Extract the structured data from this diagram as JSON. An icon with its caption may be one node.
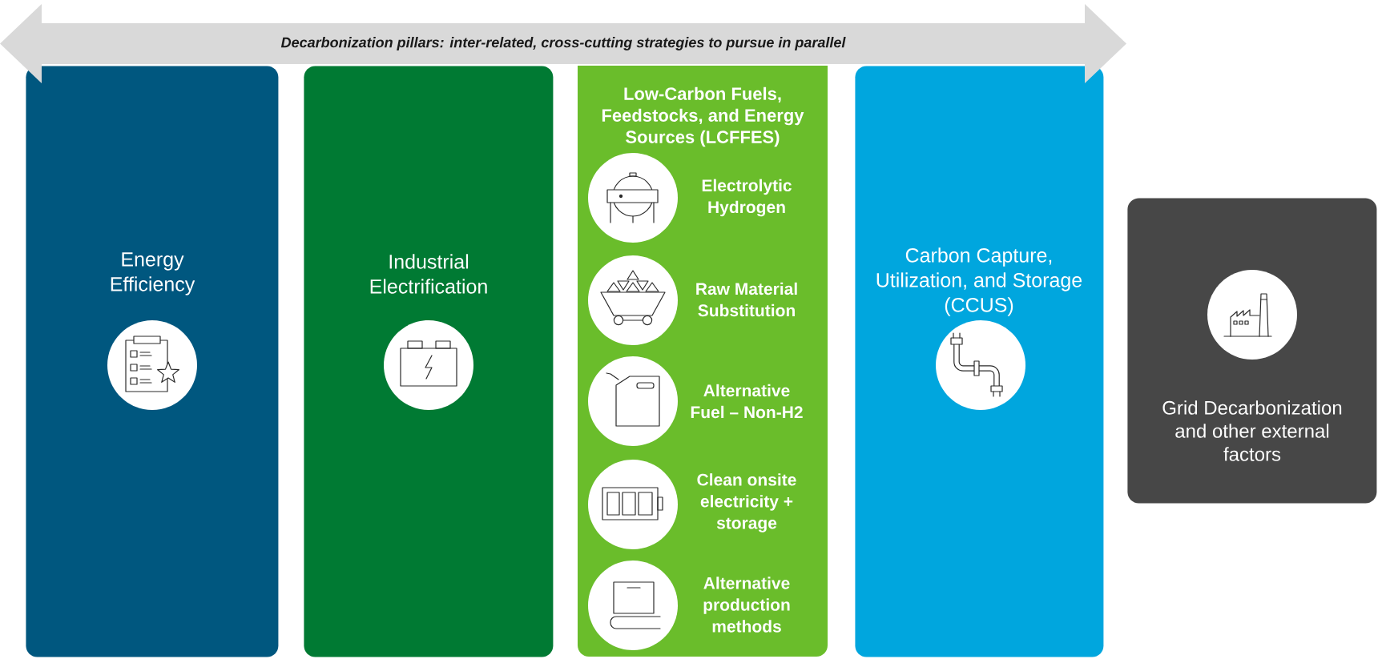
{
  "diagram": {
    "nodes": [
      {
        "text": [
          "Decarbonization pillars: inter-related, cross-cutting strategies to pursue in parallel"
        ]
      },
      {
        "text": [
          "Energy Efficiency"
        ]
      },
      {
        "text": [
          "Industrial Electrification"
        ]
      },
      {
        "text": [
          "Low-Carbon Fuels, Feedstocks, and Energy Sources (LCFFES)",
          "Electrolytic Hydrogen",
          "Raw Material Substitution",
          "Alternative Fuel – Non-H2",
          "Clean onsite electricity + storage",
          "Alternative production methods"
        ]
      },
      {
        "text": [
          "Carbon Capture, Utilization, and Storage (CCUS)"
        ]
      },
      {
        "text": [
          "Grid Decarbonization and other external factors"
        ]
      }
    ]
  }
}
